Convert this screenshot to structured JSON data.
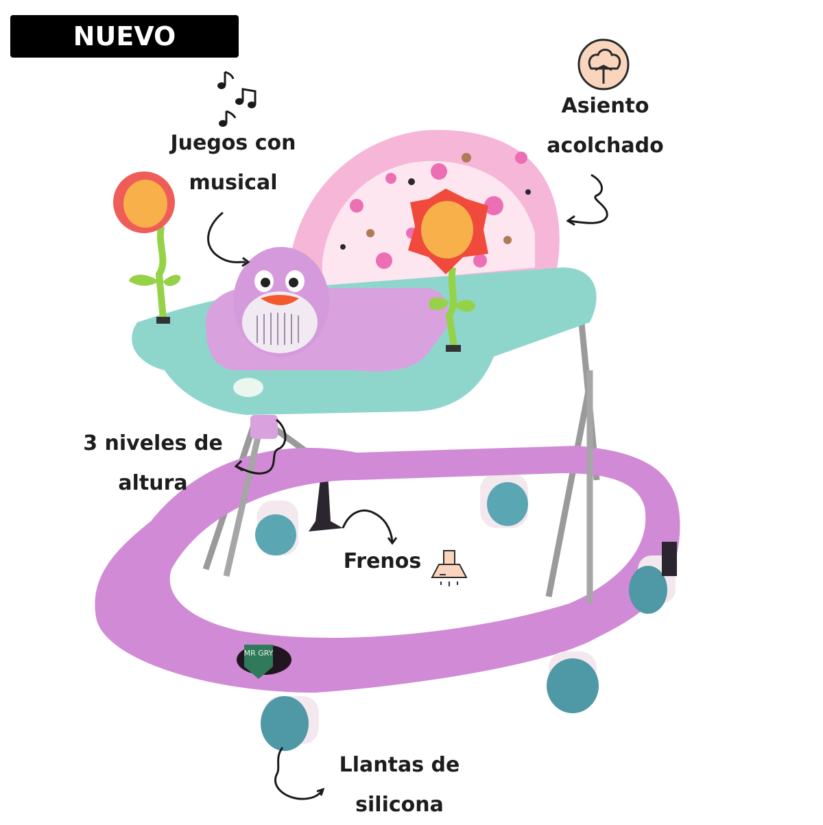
{
  "badge": {
    "text": "NUEVO",
    "bg": "#000000",
    "color": "#ffffff"
  },
  "product": {
    "brand_logo": "MR GRY",
    "type": "baby-walker",
    "colors": {
      "frame": "#d18ad6",
      "tray": "#8ed6cc",
      "seat": "#f6b6d8",
      "wheels": "#4f98a6"
    }
  },
  "features": [
    {
      "line1": "Juegos con",
      "line2": "musical",
      "icon": "music-notes-icon"
    },
    {
      "line1": "Asiento",
      "line2": "acolchado",
      "icon": "cotton-icon"
    },
    {
      "line1": "3 niveles de",
      "line2": "altura",
      "icon": ""
    },
    {
      "line1": "Frenos",
      "line2": "",
      "icon": "range-hood-icon"
    },
    {
      "line1": "Llantas de",
      "line2": "silicona",
      "icon": ""
    }
  ]
}
